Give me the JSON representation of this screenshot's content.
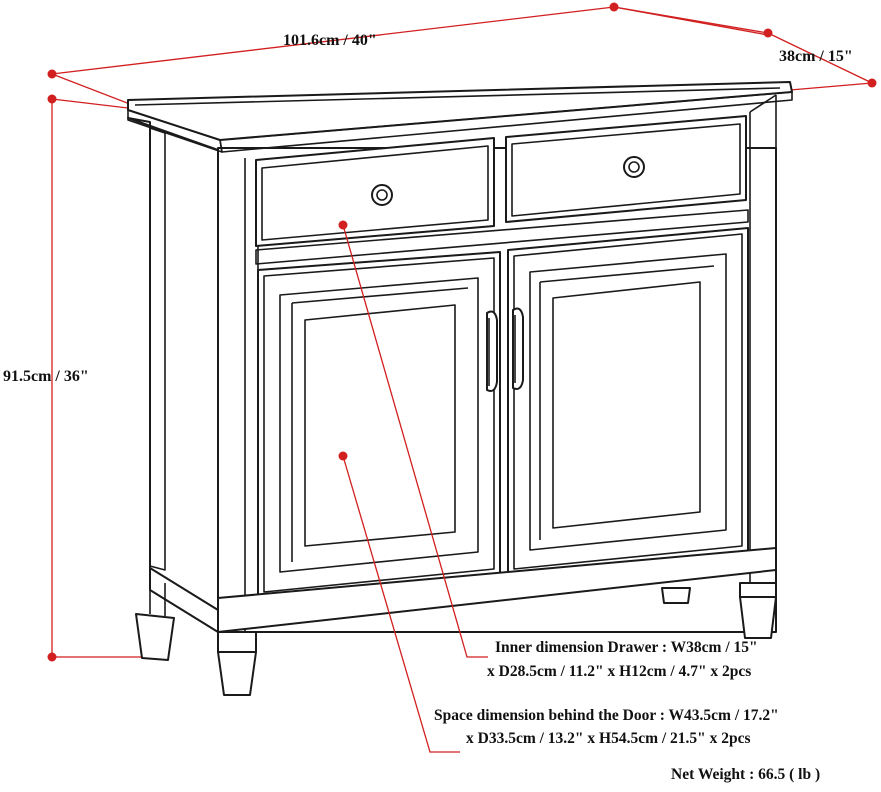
{
  "dimensions": {
    "width_label": "101.6cm / 40\"",
    "depth_label": "38cm / 15\"",
    "height_label": "91.5cm / 36\""
  },
  "notes": {
    "drawer_line1": "Inner dimension Drawer : W38cm / 15\"",
    "drawer_line2": "x D28.5cm / 11.2\" x H12cm / 4.7\" x 2pcs",
    "door_line1": "Space dimension behind the Door  : W43.5cm / 17.2\"",
    "door_line2": "x D33.5cm / 13.2\" x H54.5cm / 21.5\" x 2pcs",
    "net_weight": "Net Weight : 66.5 ( lb )"
  },
  "colors": {
    "dimension_red": "#d21f1f",
    "outline": "#1a1a1a"
  }
}
